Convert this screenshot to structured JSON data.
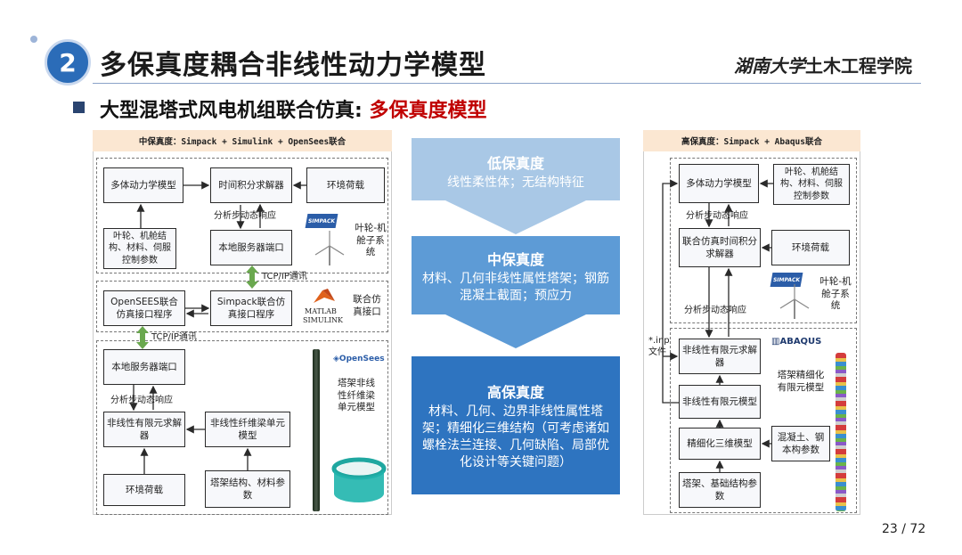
{
  "header": {
    "number": "2",
    "title": "多保真度耦合非线性动力学模型",
    "institution_script": "湖南大学",
    "institution_text": "土木工程学院"
  },
  "subtitle": {
    "prefix": "大型混塔式风电机组联合仿真: ",
    "highlight": "多保真度模型"
  },
  "left_panel": {
    "band": "中保真度：Simpack + Simulink + OpenSees联合",
    "boxes": {
      "multibody": "多体动力学模型",
      "time_solver": "时间积分求解器",
      "env_load_top": "环境荷载",
      "params": "叶轮、机舱结构、材料、伺服控制参数",
      "local_port_top": "本地服务器端口",
      "opensees_if": "OpenSEES联合仿真接口程序",
      "simpack_if": "Simpack联合仿真接口程序",
      "local_port_bottom": "本地服务器端口",
      "fe_solver": "非线性有限元求解器",
      "fiber_beam": "非线性纤维梁单元模型",
      "env_load_bottom": "环境荷载",
      "tower_params": "塔架结构、材料参数"
    },
    "labels": {
      "response_top": "分析步动态响应",
      "tcp1": "TCP/IP通讯",
      "tcp2": "TCP/IP通讯",
      "response_bottom": "分析步动态响应",
      "rotor_nacelle": "叶轮-机舱子系统",
      "cosim_if": "联合仿真接口",
      "tower_beam": "塔架非线性纤维梁单元模型",
      "matlab": "MATLAB",
      "simulink": "SIMULINK",
      "opensees_logo": "OpenSees",
      "simpack_logo": "SIMPACK"
    }
  },
  "middle": {
    "tiers": [
      {
        "title": "低保真度",
        "desc": "线性柔性体；无结构特征",
        "color": "#a9c8e6"
      },
      {
        "title": "中保真度",
        "desc": "材料、几何非线性属性塔架；钢筋混凝土截面；预应力",
        "color": "#5d9bd6"
      },
      {
        "title": "高保真度",
        "desc": "材料、几何、边界非线性属性塔架；精细化三维结构（可考虑诸如螺栓法兰连接、几何缺陷、局部优化设计等关键问题）",
        "color": "#2e74c0"
      }
    ]
  },
  "right_panel": {
    "band": "高保真度：Simpack + Abaqus联合",
    "boxes": {
      "multibody": "多体动力学模型",
      "params": "叶轮、机舱结构、材料、伺服控制参数",
      "cosim_solver": "联合仿真时间积分求解器",
      "env_load": "环境荷载",
      "fe_solver": "非线性有限元求解器",
      "fe_model": "非线性有限元模型",
      "refined_3d": "精细化三维模型",
      "concrete_steel": "混凝土、钢本构参数",
      "tower_foundation": "塔架、基础结构参数",
      "tower_refined": "塔架精细化有限元模型"
    },
    "labels": {
      "response_top": "分析步动态响应",
      "response_bottom": "分析步动态响应",
      "rotor_nacelle": "叶轮-机舱子系统",
      "inp": "*.inp文件",
      "abaqus_logo": "ABAQUS",
      "simpack_logo": "SIMPACK"
    }
  },
  "page_number": "23 / 72",
  "colors": {
    "badge": "#2b6cb8",
    "title": "#1a1a1a",
    "highlight": "#c00000",
    "arrow_green": "#6aa84f",
    "band": "#fbe7d2"
  }
}
